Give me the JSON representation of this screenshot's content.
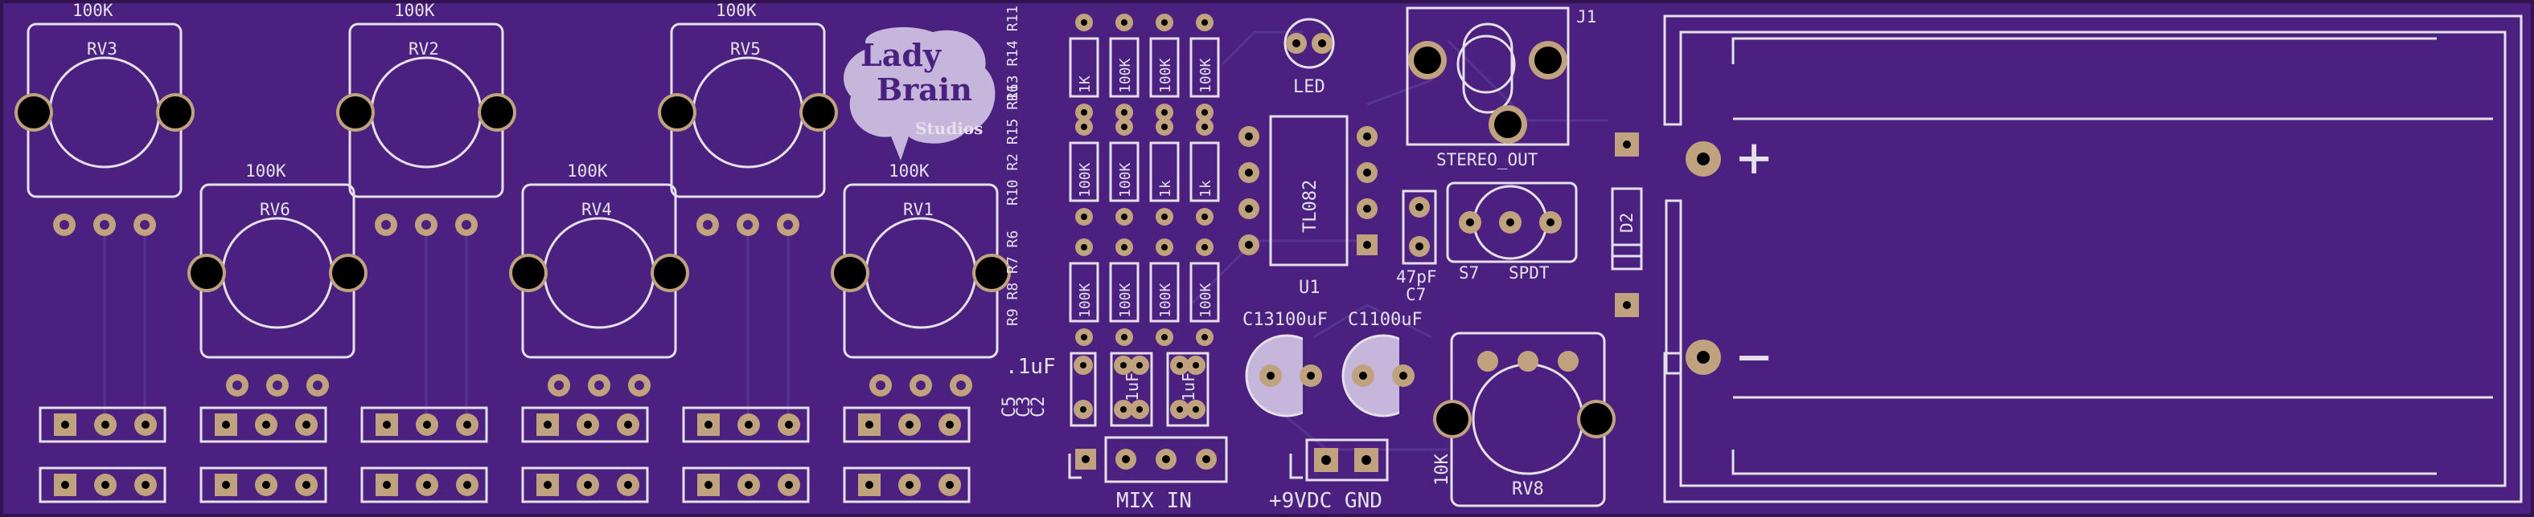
{
  "colors": {
    "board": "#4b2180",
    "board_edge": "#32134f",
    "silk": "#e6e0ec",
    "pad": "#c0a27e",
    "hole": "#000000",
    "trace": "#5a3290",
    "logo_blob": "#c7b6dc",
    "logo_text": "#4b2180"
  },
  "pots": [
    {
      "ref": "RV3",
      "value": "100K"
    },
    {
      "ref": "RV2",
      "value": "100K"
    },
    {
      "ref": "RV5",
      "value": "100K"
    },
    {
      "ref": "RV6",
      "value": "100K"
    },
    {
      "ref": "RV4",
      "value": "100K"
    },
    {
      "ref": "RV1",
      "value": "100K"
    }
  ],
  "rv8": {
    "ref": "RV8",
    "value": "10K"
  },
  "logo": {
    "line1": "Lady",
    "line2": "Brain",
    "line3": "Studios"
  },
  "resistor_rows": [
    {
      "refs": [
        "R13",
        "R14",
        "R11",
        "R1"
      ],
      "values": [
        "1K",
        "100K",
        "100K",
        "100K"
      ]
    },
    {
      "refs": [
        "R10",
        "R2",
        "R15",
        "R16"
      ],
      "values": [
        "100K",
        "100K",
        "1k",
        "1k"
      ]
    },
    {
      "refs": [
        "R9",
        "R8",
        "R7",
        "R6"
      ],
      "values": [
        "100K",
        "100K",
        "100K",
        "100K"
      ]
    }
  ],
  "led_label": "LED",
  "ic": {
    "ref": "U1",
    "part": "TL082"
  },
  "jack": {
    "ref": "J1",
    "label": "STEREO_OUT"
  },
  "cap_c7": {
    "ref": "C7",
    "value": "47pF"
  },
  "switch": {
    "ref": "S7",
    "label": "SPDT"
  },
  "diode": {
    "ref": "D2"
  },
  "caps_small": {
    "refs": [
      "C5",
      "C3",
      "C2"
    ],
    "value": ".1uF",
    "body_labels": [
      "1uF",
      "1uF"
    ]
  },
  "cap_c13": {
    "label": "C13100uF"
  },
  "cap_c1": {
    "label": "C1100uF"
  },
  "mix_in": "MIX IN",
  "power": {
    "label": "+9VDC GND"
  },
  "battery": {
    "plus": "+",
    "minus": "−"
  }
}
